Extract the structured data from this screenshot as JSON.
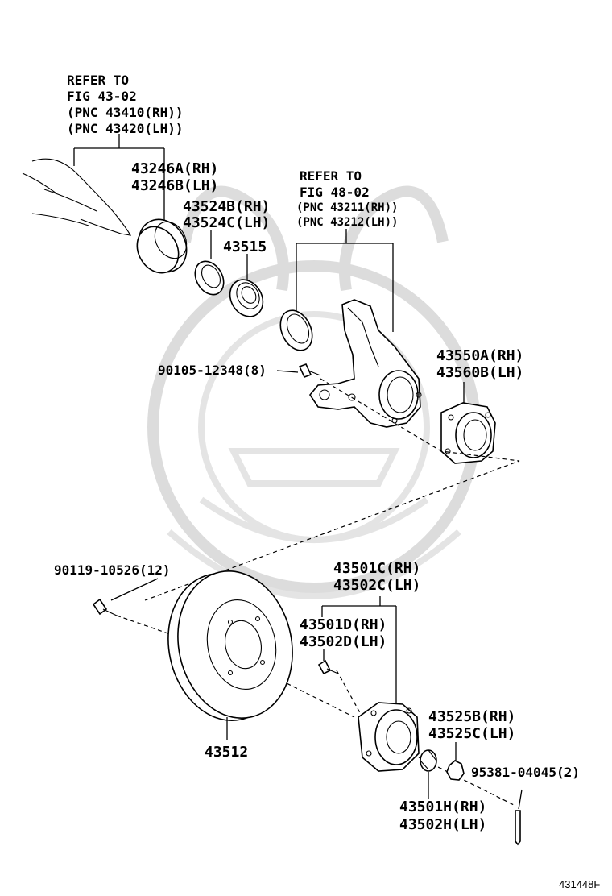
{
  "diagram_id": "431448F",
  "callouts": {
    "refer_knuckle_header": [
      "REFER TO",
      "FIG 43-02",
      "(PNC 43410(RH))",
      "(PNC 43420(LH))"
    ],
    "refer_hub_header": [
      "REFER TO",
      "FIG 48-02",
      "(PNC 43211(RH))",
      "(PNC 43212(LH))"
    ],
    "seal_outer": [
      "43246A(RH)",
      "43246B(LH)"
    ],
    "seal_inner": [
      "43524B(RH)",
      "43524C(LH)"
    ],
    "bearing_inner": "43515",
    "bolt_knuckle": "90105-12348(8)",
    "bearing_hub": [
      "43550A(RH)",
      "43560B(LH)"
    ],
    "bolt_rotor": "90119-10526(12)",
    "hub_assy": [
      "43501C(RH)",
      "43502C(LH)"
    ],
    "hub_bolt": [
      "43501D(RH)",
      "43502D(LH)"
    ],
    "rotor": "43512",
    "nut_lock": [
      "43525B(RH)",
      "43525C(LH)"
    ],
    "cotter_pin": "95381-04045(2)",
    "hub_nut": [
      "43501H(RH)",
      "43502H(LH)"
    ]
  }
}
